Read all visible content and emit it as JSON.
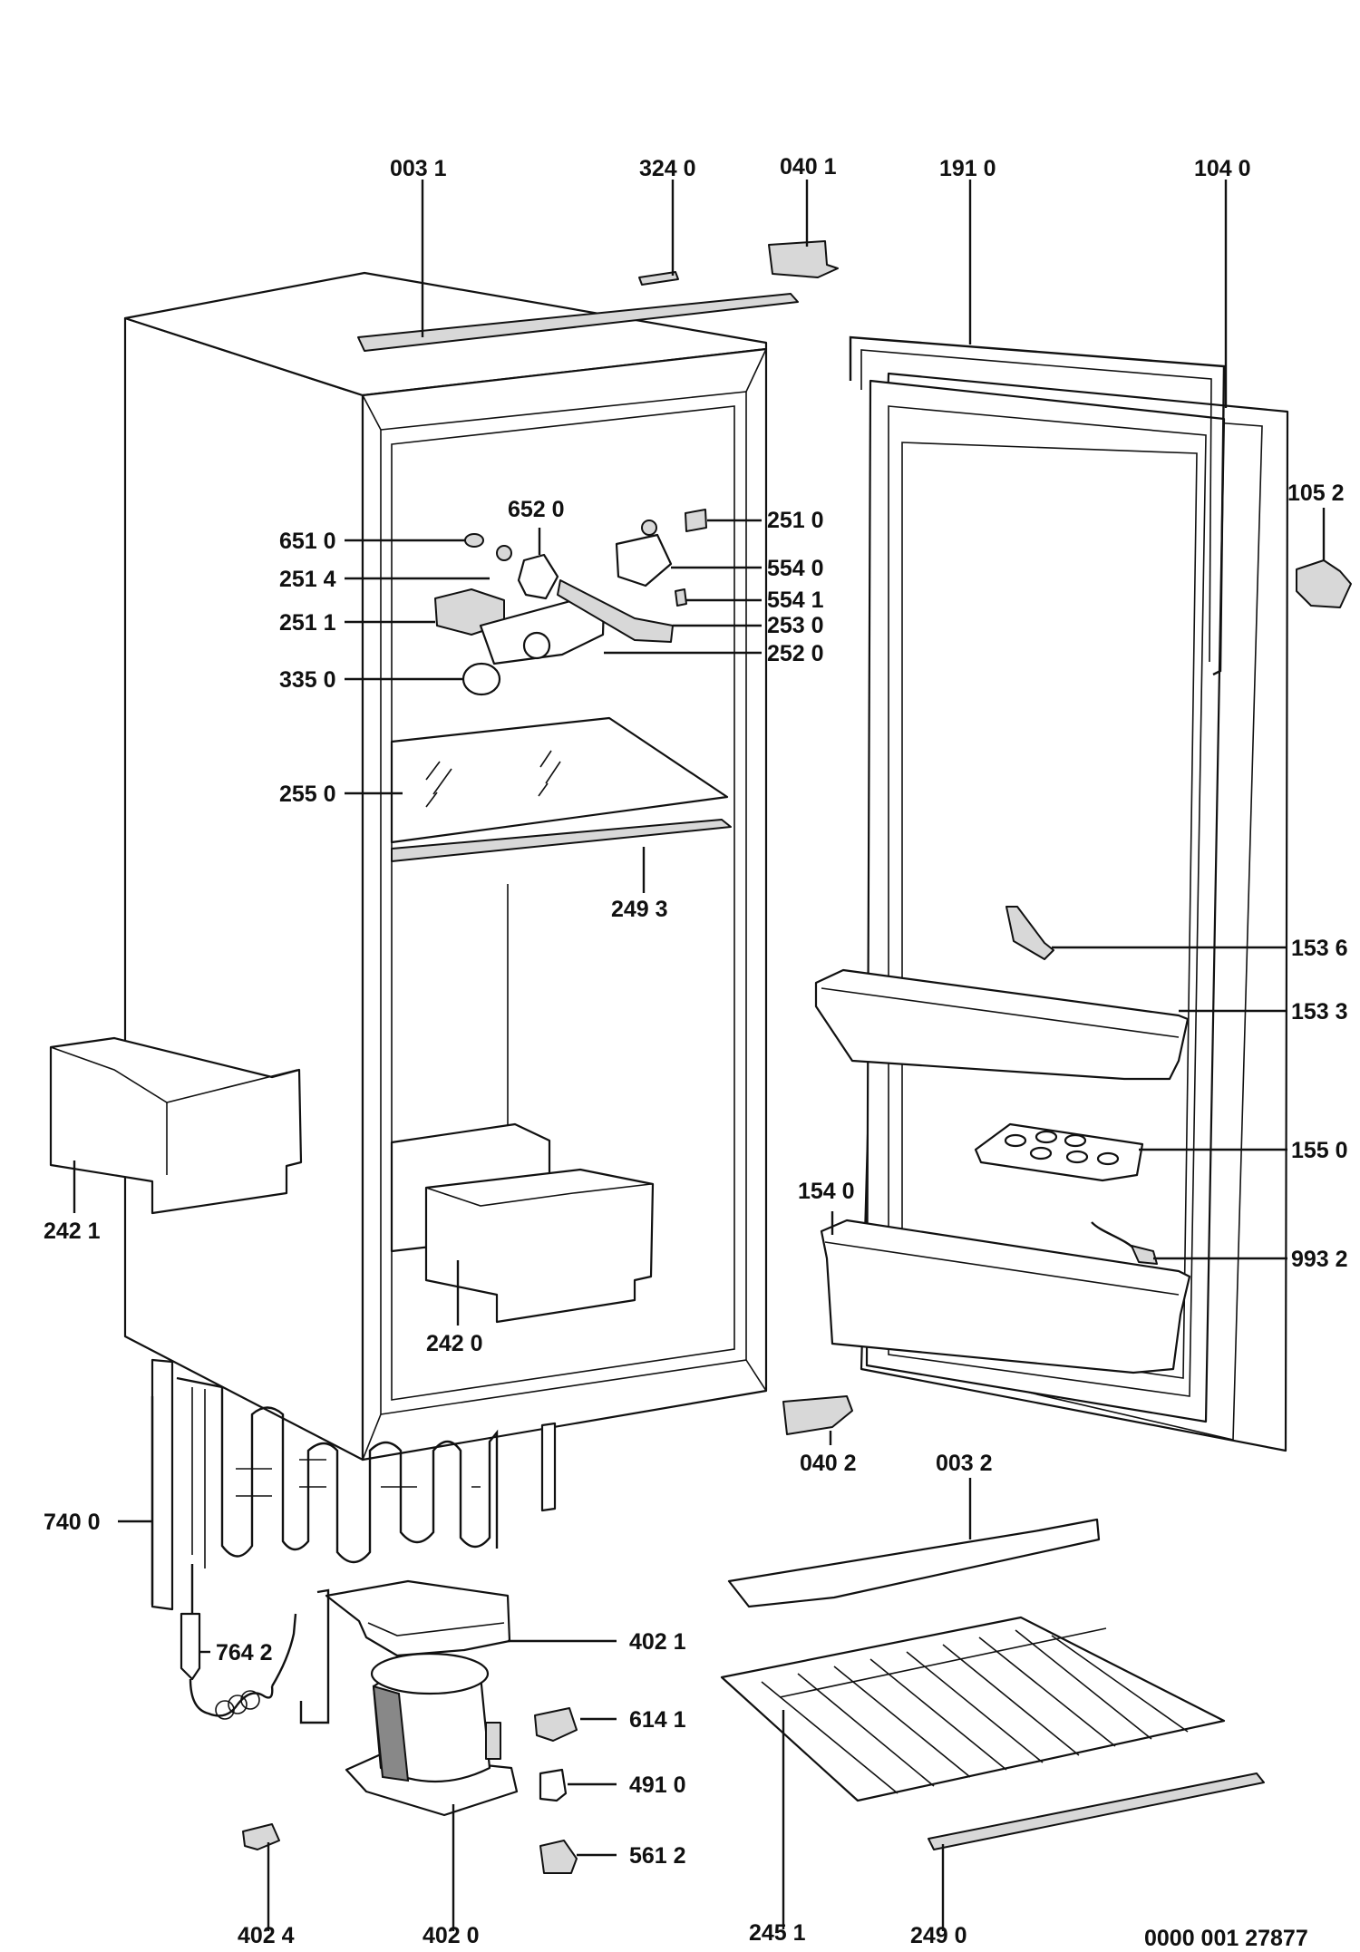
{
  "labels": {
    "p0031": "003 1",
    "p3240": "324 0",
    "p0401": "040 1",
    "p1910": "191 0",
    "p1040": "104 0",
    "p1052": "105 2",
    "p6510": "651 0",
    "p6520": "652 0",
    "p2510": "251 0",
    "p2514": "251 4",
    "p5540": "554 0",
    "p5541": "554 1",
    "p2511": "251 1",
    "p2530": "253 0",
    "p2520": "252 0",
    "p3350": "335 0",
    "p2550": "255 0",
    "p2493": "249 3",
    "p1536": "153 6",
    "p1533": "153 3",
    "p2421": "242 1",
    "p1550": "155 0",
    "p1540": "154 0",
    "p9932": "993 2",
    "p2420": "242 0",
    "p0402": "040 2",
    "p0032": "003 2",
    "p7400": "740 0",
    "p4021": "402 1",
    "p7642": "764 2",
    "p6141": "614 1",
    "p4910": "491 0",
    "p5612": "561 2",
    "p4024": "402 4",
    "p4020": "402 0",
    "p2451": "245 1",
    "p2490": "249 0",
    "drawing_no": "0000 001 27877"
  }
}
